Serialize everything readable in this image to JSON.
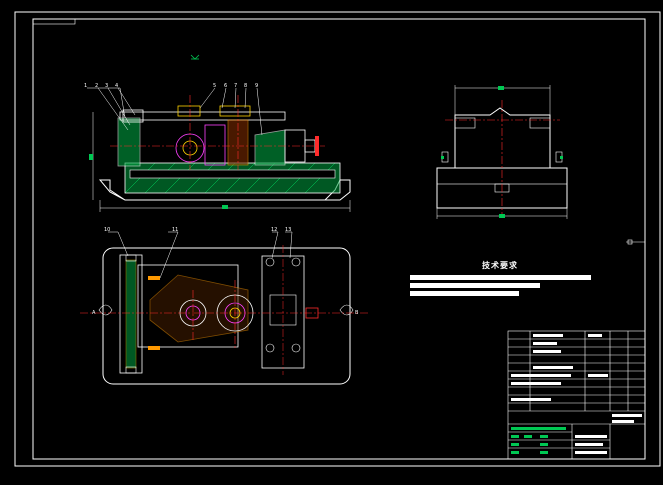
{
  "drawing": {
    "tech_requirements_title": "技术要求",
    "tech_note_lines": [
      "",
      "",
      ""
    ],
    "front_view_callouts": [
      "1",
      "2",
      "3",
      "4",
      "5",
      "6",
      "7",
      "8",
      "9"
    ],
    "top_view_callouts": [
      "10",
      "11",
      "12",
      "13"
    ],
    "side_markers_left": "A",
    "side_markers_right": "B",
    "colors": {
      "background": "#000000",
      "outline": "#ffffff",
      "centerline": "#ff2b2b",
      "hatch": "#00c853",
      "yellow": "#ffd400",
      "magenta": "#ff40ff",
      "cyan": "#33ccff"
    }
  }
}
